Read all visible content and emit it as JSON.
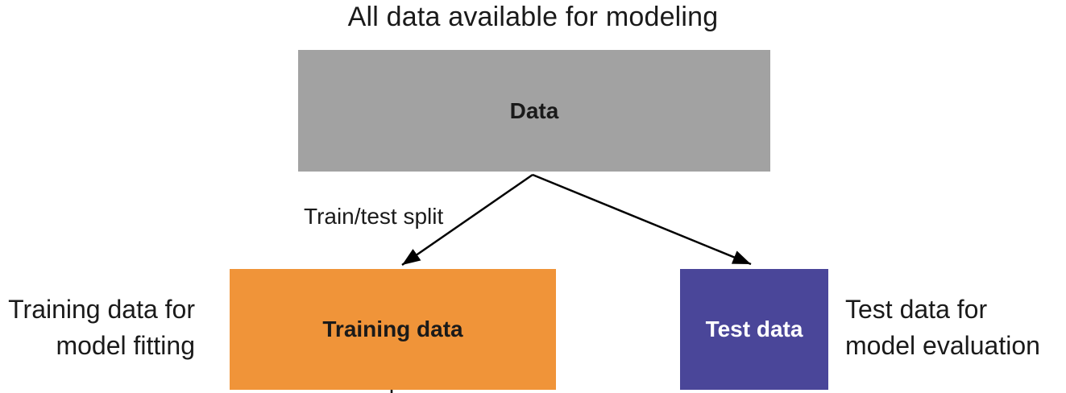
{
  "title": "All data available for modeling",
  "diagram": {
    "data_box": {
      "label": "Data",
      "color": "#A2A2A2",
      "text_color": "#1A1A1A"
    },
    "split_label": "Train/test split",
    "training_box": {
      "label": "Training data",
      "color": "#F09439",
      "text_color": "#1A1A1A"
    },
    "test_box": {
      "label": "Test data",
      "color": "#4A4699",
      "text_color": "#FFFFFF"
    },
    "left_caption": {
      "lines": [
        "Training data for",
        "model fitting"
      ]
    },
    "right_caption": {
      "lines": [
        "Test data for",
        "model evaluation"
      ]
    },
    "arrow_color": "#000000"
  }
}
